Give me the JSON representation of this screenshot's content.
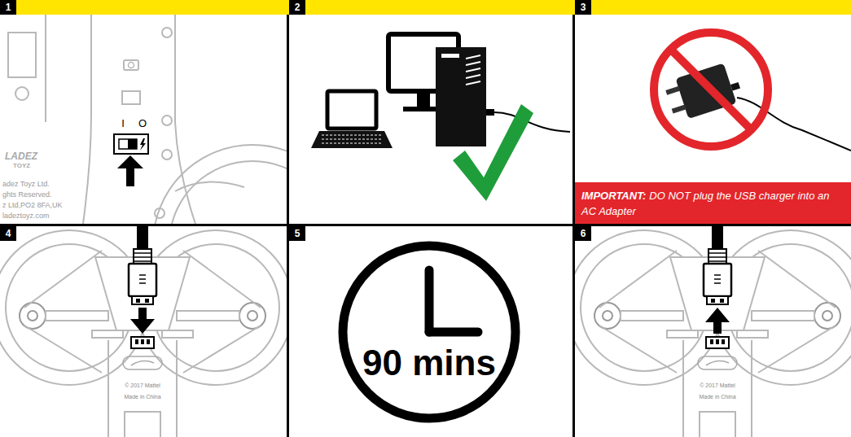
{
  "diagram": {
    "nodes": [
      {
        "text": [
          "1"
        ]
      },
      {
        "text": [
          "2"
        ]
      },
      {
        "text": [
          "3"
        ]
      },
      {
        "text": [
          "IMPORTANT:",
          "DO NOT plug the USB charger into an AC Adapter"
        ],
        "in": 2
      },
      {
        "text": [
          "4"
        ]
      },
      {
        "text": [
          "5"
        ]
      },
      {
        "text": [
          "90 mins"
        ],
        "in": 5
      },
      {
        "text": [
          "6"
        ]
      }
    ],
    "labels": [
      "I",
      "O",
      "LADEZ",
      "TOYZ",
      "adez Toyz Ltd.",
      "ghts Reserved.",
      "z Ltd,PO2 8FA,UK",
      "ladeztoyz.com",
      "© 2017 Mattel",
      "Made in China",
      "© 2017 Mattel",
      "Made in China"
    ]
  }
}
